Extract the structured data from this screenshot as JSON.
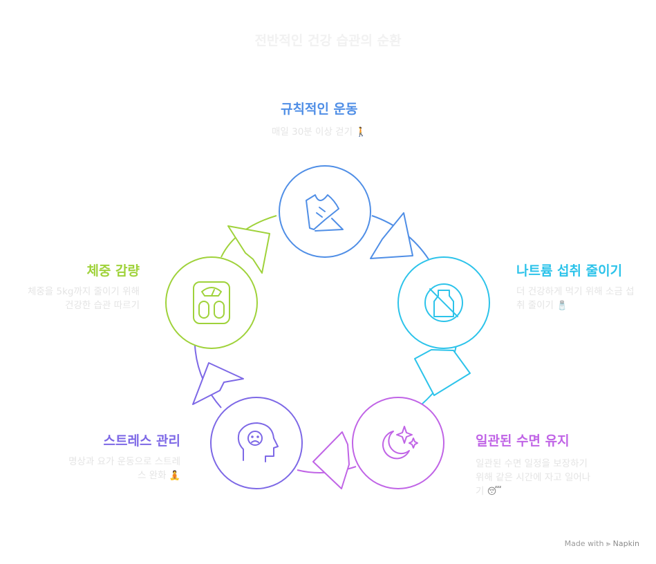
{
  "title": "전반적인 건강 습관의 순환",
  "colors": {
    "exercise": "#4f8ee6",
    "sodium": "#2cc3ea",
    "sleep": "#c064e6",
    "stress": "#7d68e6",
    "weight": "#9fd23a"
  },
  "steps": [
    {
      "key": "exercise",
      "title": "규칙적인 운동",
      "desc": "매일 30분 이상 걷기",
      "emoji": "🚶",
      "icon": "sneaker-icon"
    },
    {
      "key": "sodium",
      "title": "나트륨 섭취 줄이기",
      "desc": "더 건강하게 먹기 위해 소금 섭취 줄이기",
      "emoji": "🧂",
      "icon": "no-salt-icon"
    },
    {
      "key": "sleep",
      "title": "일관된 수면 유지",
      "desc": "일관된 수면 일정을 보장하기 위해 같은 시간에 자고 일어나기",
      "emoji": "😴",
      "icon": "moon-stars-icon"
    },
    {
      "key": "stress",
      "title": "스트레스 관리",
      "desc": "명상과 요가 운동으로 스트레스 완화",
      "emoji": "🧘",
      "icon": "head-face-icon"
    },
    {
      "key": "weight",
      "title": "체중 감량",
      "desc": "체중을 5kg까지 줄이기 위해 건강한 습관 따르기",
      "emoji": "",
      "icon": "scale-icon"
    }
  ],
  "footer": {
    "made_with": "Made with",
    "brand": "Napkin"
  }
}
